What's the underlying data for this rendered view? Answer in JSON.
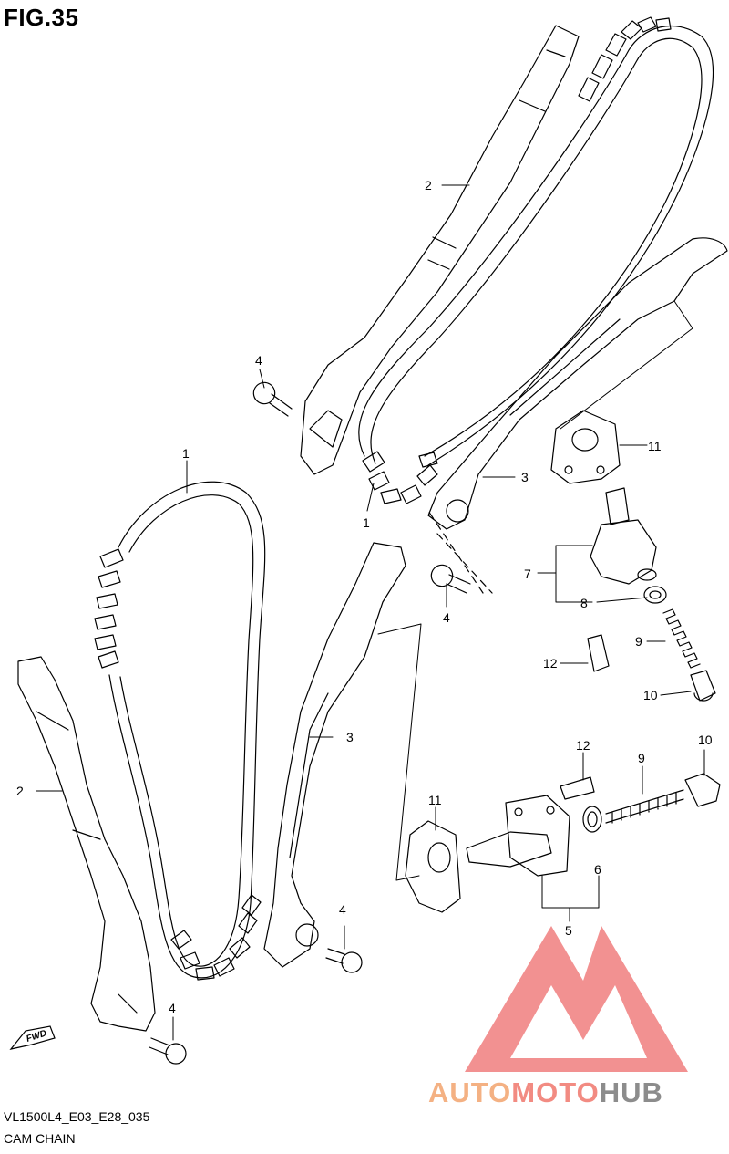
{
  "figure": {
    "title": "FIG.35",
    "model_code": "VL1500L4_E03_E28_035",
    "section_name": "CAM CHAIN",
    "fwd_label": "FWD"
  },
  "callouts": [
    {
      "ref": "1"
    },
    {
      "ref": "2"
    },
    {
      "ref": "3"
    },
    {
      "ref": "4"
    },
    {
      "ref": "5"
    },
    {
      "ref": "6"
    },
    {
      "ref": "7"
    },
    {
      "ref": "8"
    },
    {
      "ref": "9"
    },
    {
      "ref": "10"
    },
    {
      "ref": "11"
    },
    {
      "ref": "12"
    }
  ],
  "watermark": {
    "part1": "AUTO",
    "part2": "MOTO",
    "part3": "HUB",
    "colors": {
      "part1": "#f4b183",
      "part2": "#f28b82",
      "part3": "#8c8c8c",
      "emblem": "#f07e7e"
    }
  }
}
